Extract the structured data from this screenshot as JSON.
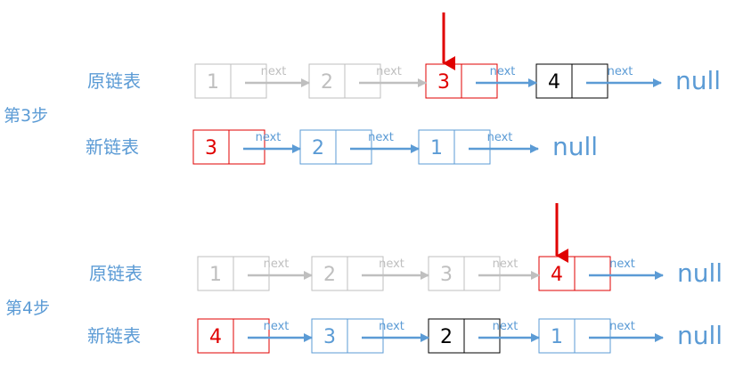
{
  "colors": {
    "gray": "#bfbfbf",
    "blue": "#5b9bd5",
    "red": "#e00000",
    "black": "#000000"
  },
  "next_label": "next",
  "null_label": "null",
  "steps": [
    {
      "label": "第3步",
      "rows": [
        {
          "label": "原链表",
          "nodes": [
            {
              "value": "1",
              "style": "gray"
            },
            {
              "value": "2",
              "style": "gray"
            },
            {
              "value": "3",
              "style": "red"
            },
            {
              "value": "4",
              "style": "black"
            }
          ],
          "arrows": [
            "gray",
            "gray",
            "blue",
            "blue"
          ],
          "pointer_node": 2
        },
        {
          "label": "新链表",
          "nodes": [
            {
              "value": "3",
              "style": "red"
            },
            {
              "value": "2",
              "style": "blue"
            },
            {
              "value": "1",
              "style": "blue"
            }
          ],
          "arrows": [
            "blue",
            "blue",
            "blue"
          ]
        }
      ]
    },
    {
      "label": "第4步",
      "rows": [
        {
          "label": "原链表",
          "nodes": [
            {
              "value": "1",
              "style": "gray"
            },
            {
              "value": "2",
              "style": "gray"
            },
            {
              "value": "3",
              "style": "gray"
            },
            {
              "value": "4",
              "style": "red"
            }
          ],
          "arrows": [
            "gray",
            "gray",
            "gray",
            "blue"
          ],
          "pointer_node": 3
        },
        {
          "label": "新链表",
          "nodes": [
            {
              "value": "4",
              "style": "red"
            },
            {
              "value": "3",
              "style": "blue"
            },
            {
              "value": "2",
              "style": "black"
            },
            {
              "value": "1",
              "style": "blue"
            }
          ],
          "arrows": [
            "blue",
            "blue",
            "blue",
            "blue"
          ]
        }
      ]
    }
  ]
}
